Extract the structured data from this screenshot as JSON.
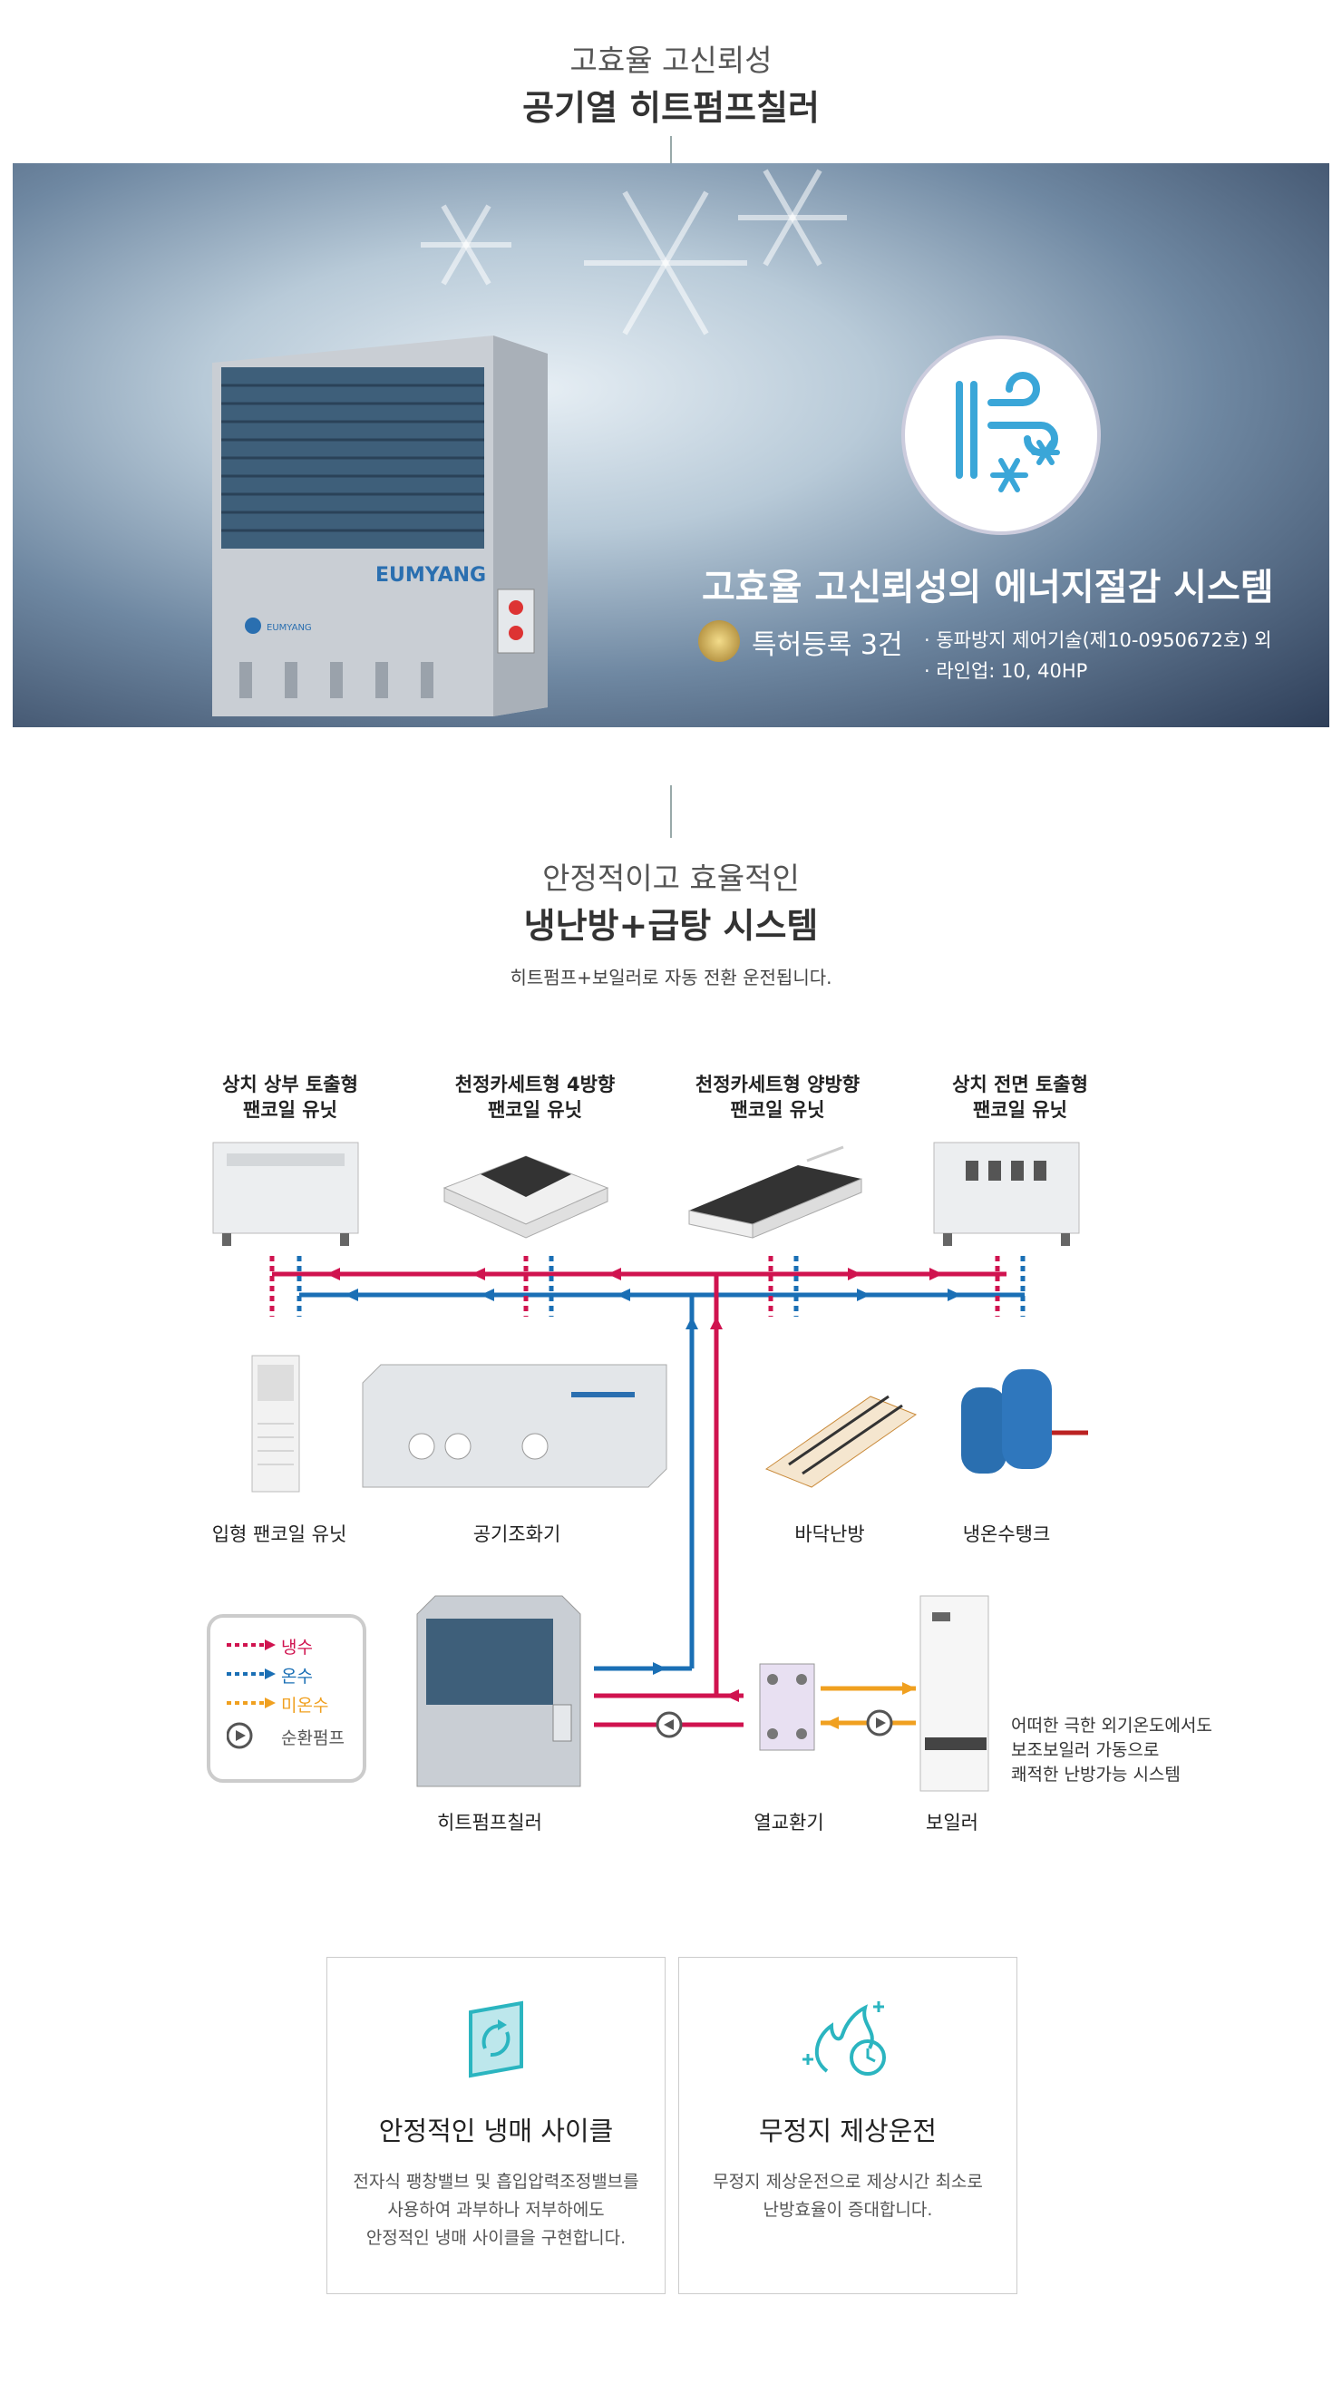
{
  "header": {
    "subtitle": "고효율 고신뢰성",
    "title": "공기열 히트펌프칠러"
  },
  "hero": {
    "title": "고효율 고신뢰성의 에너지절감 시스템",
    "badge_label": "특허등록 3건",
    "bullets": [
      "· 동파방지 제어기술(제10-0950672호) 외",
      "· 라인업: 10, 40HP"
    ],
    "chiller_brand": "EUMYANG"
  },
  "system": {
    "subtitle": "안정적이고 효율적인",
    "title": "냉난방+급탕 시스템",
    "description": "히트펌프+보일러로 자동 전환 운전됩니다.",
    "units_top": [
      {
        "line1": "상치 상부 토출형",
        "line2": "팬코일 유닛"
      },
      {
        "line1": "천정카세트형 4방향",
        "line2": "팬코일 유닛"
      },
      {
        "line1": "천정카세트형 양방향",
        "line2": "팬코일 유닛"
      },
      {
        "line1": "상치 전면 토출형",
        "line2": "팬코일 유닛"
      }
    ],
    "units_mid": [
      "입형 팬코일 유닛",
      "공기조화기",
      "바닥난방",
      "냉온수탱크"
    ],
    "units_bottom": [
      "히트펌프칠러",
      "열교환기",
      "보일러"
    ],
    "boiler_note": [
      "어떠한 극한 외기온도에서도",
      "보조보일러 가동으로",
      "쾌적한 난방가능 시스템"
    ],
    "legend": [
      {
        "label": "냉수",
        "color": "#d0134f"
      },
      {
        "label": "온수",
        "color": "#1a6fb5"
      },
      {
        "label": "미온수",
        "color": "#f0a020"
      },
      {
        "label": "순환펌프",
        "color": "#555555"
      }
    ]
  },
  "features": [
    {
      "icon": "refrigerant-cycle-icon",
      "title": "안정적인 냉매 사이클",
      "desc": [
        "전자식 팽창밸브 및 흡입압력조정밸브를",
        "사용하여 과부하나 저부하에도",
        "안정적인 냉매 사이클을 구현합니다."
      ]
    },
    {
      "icon": "defrost-icon",
      "title": "무정지 제상운전",
      "desc": [
        "무정지 제상운전으로 제상시간 최소로",
        "난방효율이 증대합니다."
      ]
    }
  ],
  "colors": {
    "cold": "#d0134f",
    "hot": "#1a6fb5",
    "warm": "#f0a020",
    "teal": "#2bb5c0"
  }
}
